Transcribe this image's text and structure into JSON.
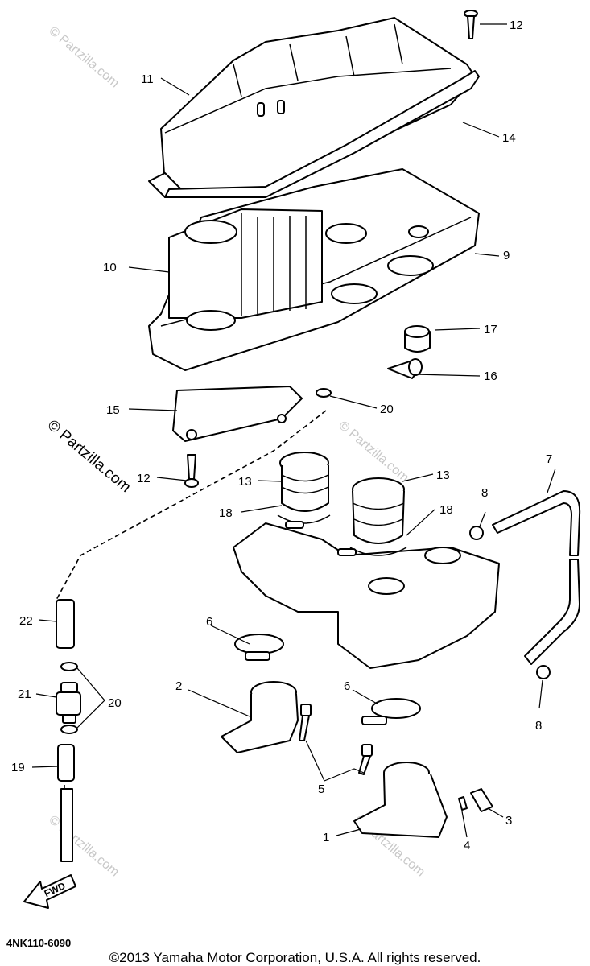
{
  "diagram": {
    "code": "4NK110-6090",
    "copyright": "©2013  Yamaha Motor Corporation, U.S.A. All rights reserved.",
    "watermark": "© Partzilla.com",
    "fwd_label": "FWD",
    "callouts": [
      "1",
      "2",
      "3",
      "4",
      "5",
      "6",
      "6",
      "7",
      "8",
      "8",
      "9",
      "10",
      "11",
      "12",
      "12",
      "13",
      "13",
      "14",
      "15",
      "16",
      "17",
      "18",
      "18",
      "19",
      "20",
      "20",
      "21",
      "22"
    ]
  }
}
